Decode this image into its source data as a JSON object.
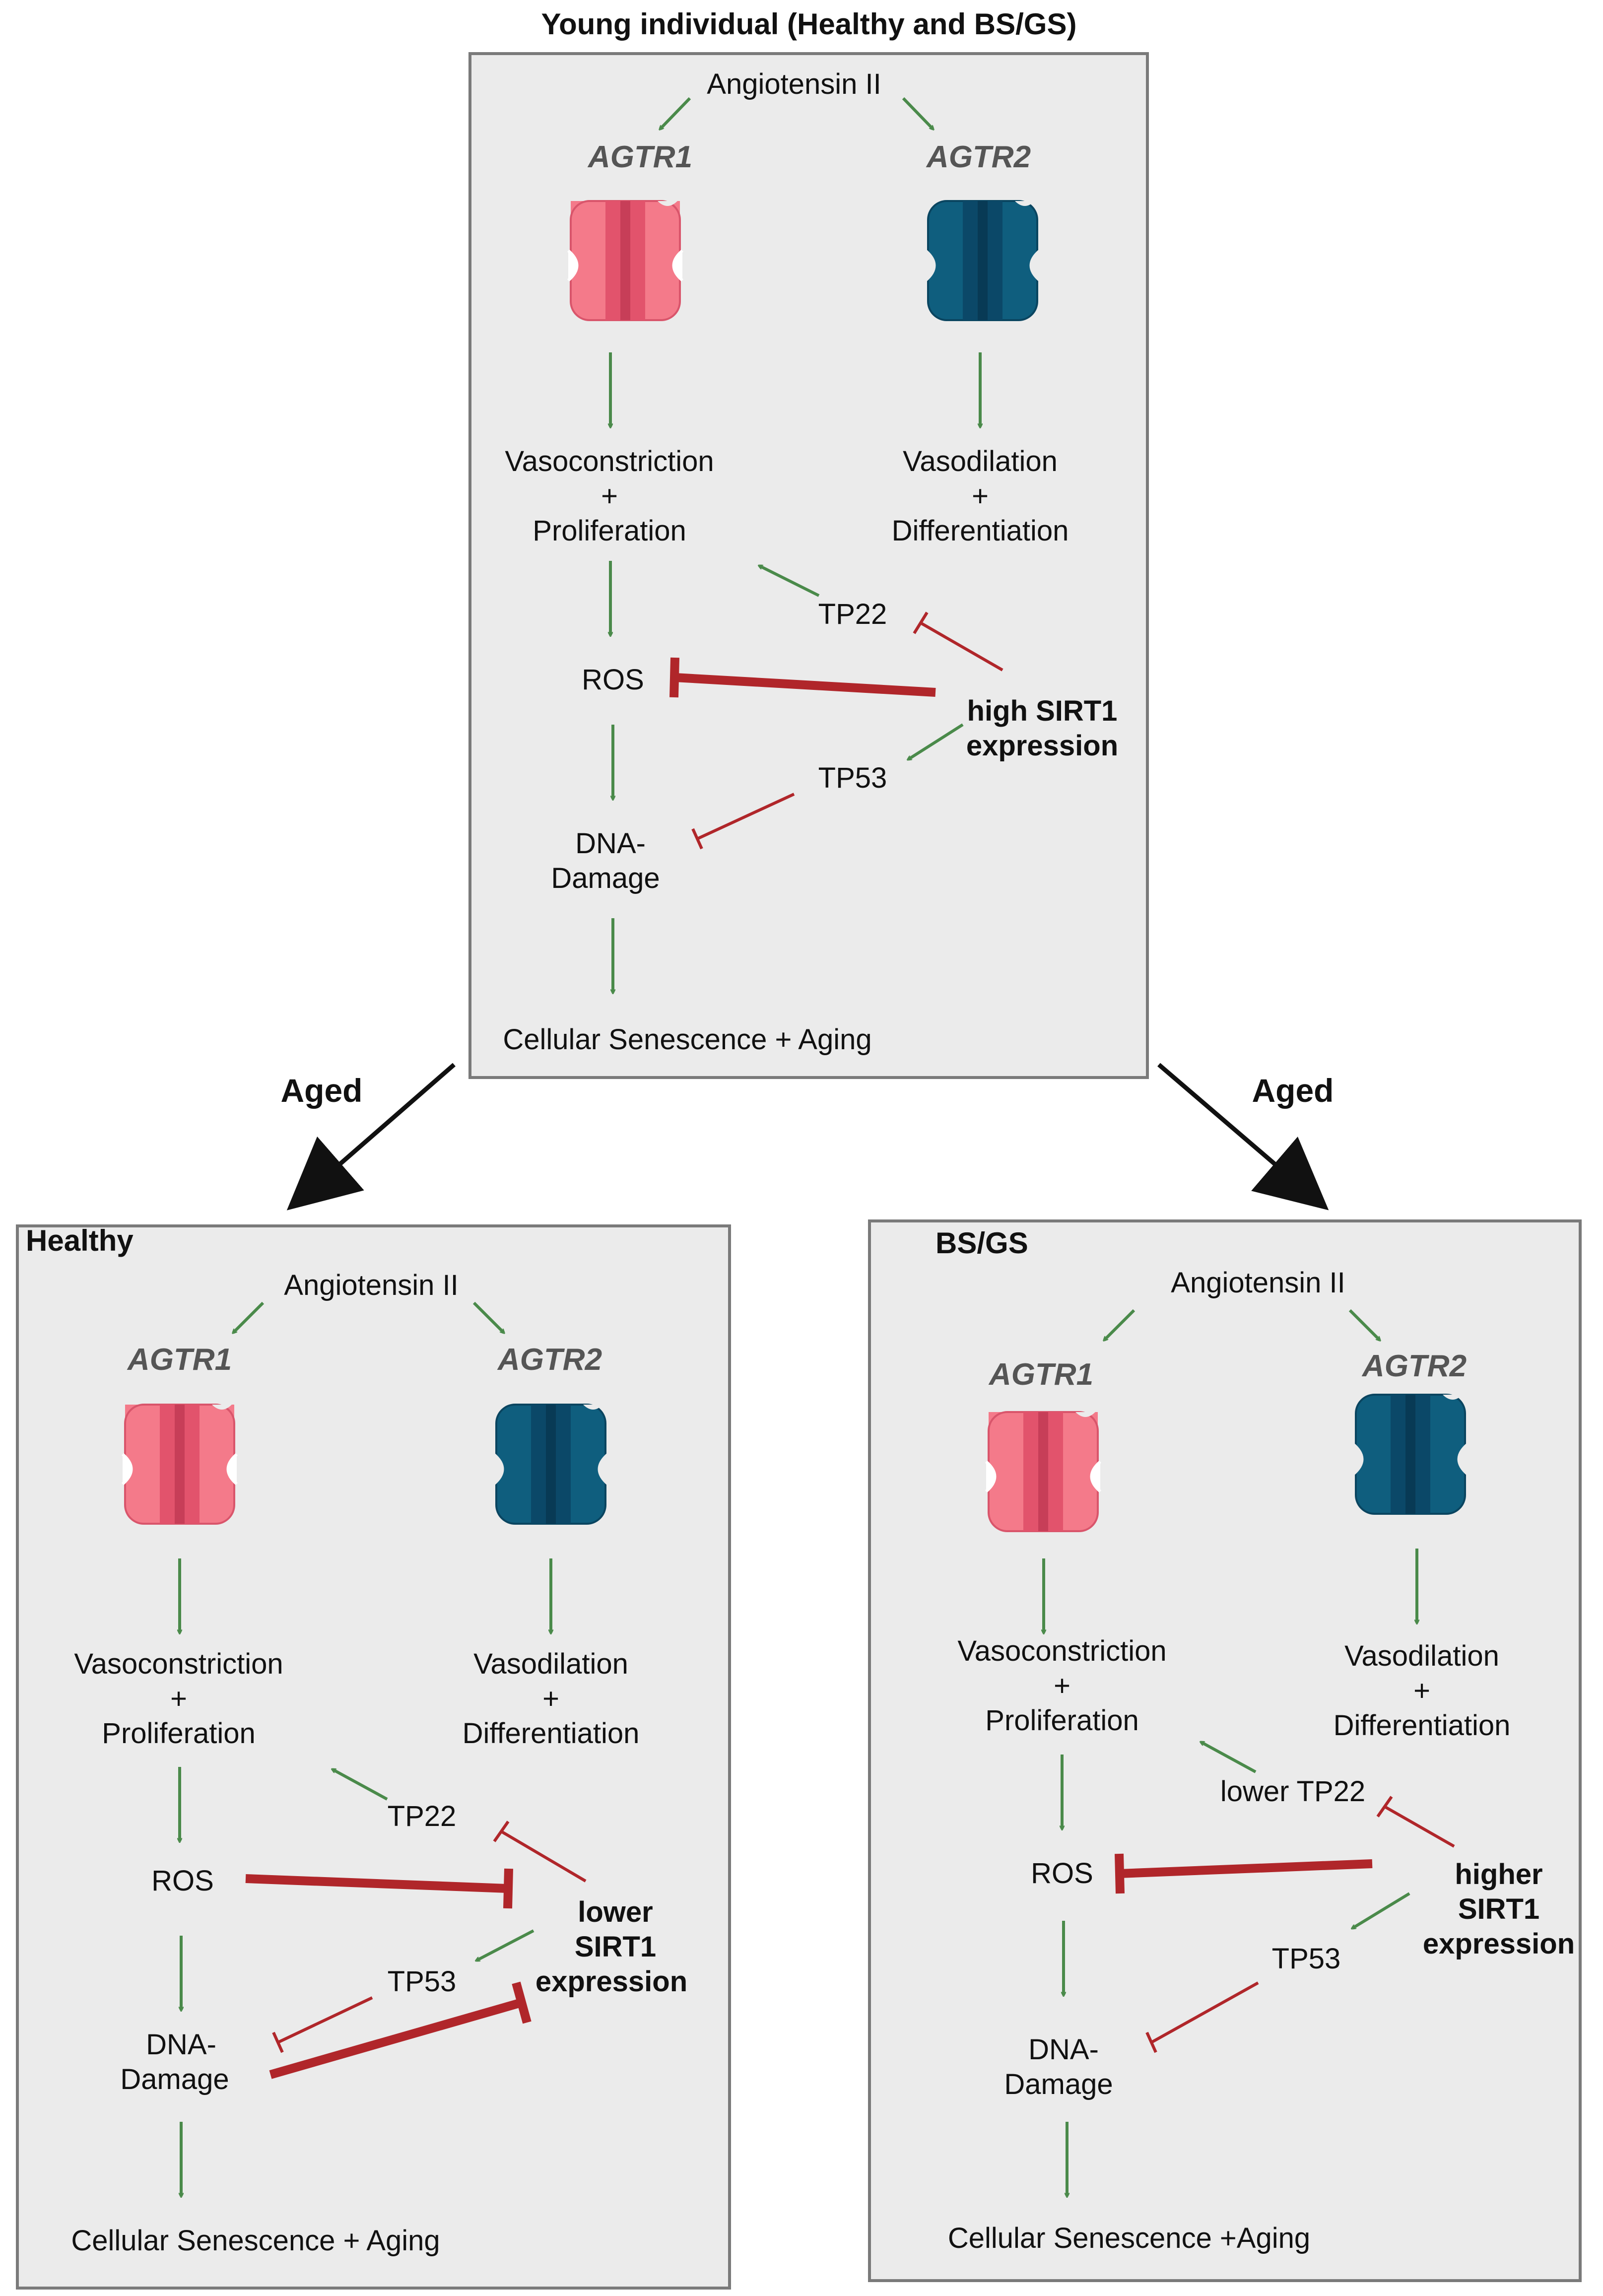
{
  "title": "Young individual (Healthy and BS/GS)",
  "aged_label": "Aged",
  "colors": {
    "panel_fill": "#ebebeb",
    "panel_border": "#7a7a7a",
    "activation_arrow": "#4a8a4a",
    "inhibition": "#b0262a",
    "agtr1_receptor": "#f47a8a",
    "agtr2_receptor": "#0f5e7e"
  },
  "panels": {
    "young": {
      "label": "",
      "ligand": "Angiotensin II",
      "receptor1": "AGTR1",
      "receptor2": "AGTR2",
      "effect1": [
        "Vasoconstriction",
        "+",
        "Proliferation"
      ],
      "effect2": [
        "Vasodilation",
        "+",
        "Differentiation"
      ],
      "tp22": "TP22",
      "ros": "ROS",
      "tp53": "TP53",
      "sirt1": [
        "high SIRT1",
        "expression"
      ],
      "dna": [
        "DNA-",
        "Damage"
      ],
      "outcome": "Cellular Senescence + Aging"
    },
    "healthy": {
      "label": "Healthy",
      "ligand": "Angiotensin II",
      "receptor1": "AGTR1",
      "receptor2": "AGTR2",
      "effect1": [
        "Vasoconstriction",
        "+",
        "Proliferation"
      ],
      "effect2": [
        "Vasodilation",
        "+",
        "Differentiation"
      ],
      "tp22": "TP22",
      "ros": "ROS",
      "tp53": "TP53",
      "sirt1": [
        "lower",
        "SIRT1",
        "expression"
      ],
      "dna": [
        "DNA-",
        "Damage"
      ],
      "outcome": "Cellular Senescence + Aging"
    },
    "bsgs": {
      "label": "BS/GS",
      "ligand": "Angiotensin II",
      "receptor1": "AGTR1",
      "receptor2": "AGTR2",
      "effect1": [
        "Vasoconstriction",
        "+",
        "Proliferation"
      ],
      "effect2": [
        "Vasodilation",
        "+",
        "Differentiation"
      ],
      "tp22": "lower TP22",
      "ros": "ROS",
      "tp53": "TP53",
      "sirt1": [
        "higher",
        "SIRT1",
        "expression"
      ],
      "dna": [
        "DNA-",
        "Damage"
      ],
      "outcome": "Cellular Senescence +Aging"
    }
  }
}
